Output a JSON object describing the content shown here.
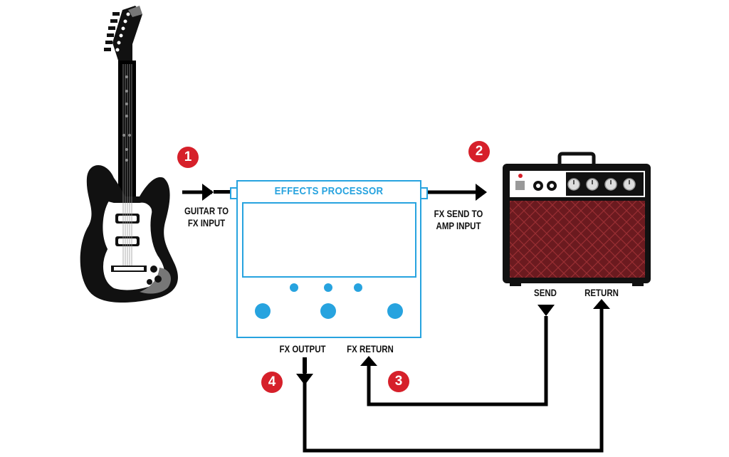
{
  "diagram": {
    "processor_title": "EFFECTS PROCESSOR",
    "labels": {
      "guitar_to_fx_input": [
        "GUITAR TO",
        "FX INPUT"
      ],
      "fx_send_to_amp_input": [
        "FX SEND TO",
        "AMP INPUT"
      ],
      "amp_send": "SEND",
      "amp_return": "RETURN",
      "fx_output": "FX OUTPUT",
      "fx_return": "FX RETURN"
    },
    "steps": [
      "1",
      "2",
      "3",
      "4"
    ]
  },
  "colors": {
    "accent_blue": "#27a3df",
    "step_red": "#d6202a",
    "amp_grille": "#6b1a1f",
    "cable": "#000000"
  }
}
